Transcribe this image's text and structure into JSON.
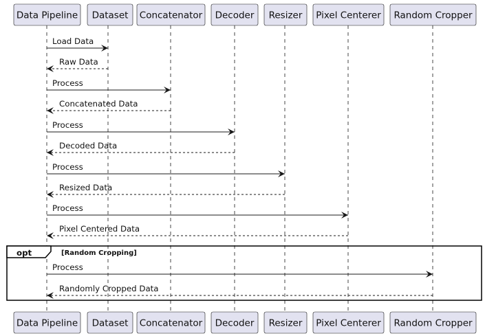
{
  "participants": [
    "Data Pipeline",
    "Dataset",
    "Concatenator",
    "Decoder",
    "Resizer",
    "Pixel Centerer",
    "Random Cropper"
  ],
  "messages": [
    {
      "from": 0,
      "to": 1,
      "label": "Load Data",
      "style": "solid"
    },
    {
      "from": 1,
      "to": 0,
      "label": "Raw Data",
      "style": "dashed"
    },
    {
      "from": 0,
      "to": 2,
      "label": "Process",
      "style": "solid"
    },
    {
      "from": 2,
      "to": 0,
      "label": "Concatenated Data",
      "style": "dashed"
    },
    {
      "from": 0,
      "to": 3,
      "label": "Process",
      "style": "solid"
    },
    {
      "from": 3,
      "to": 0,
      "label": "Decoded Data",
      "style": "dashed"
    },
    {
      "from": 0,
      "to": 4,
      "label": "Process",
      "style": "solid"
    },
    {
      "from": 4,
      "to": 0,
      "label": "Resized Data",
      "style": "dashed"
    },
    {
      "from": 0,
      "to": 5,
      "label": "Process",
      "style": "solid"
    },
    {
      "from": 5,
      "to": 0,
      "label": "Pixel Centered Data",
      "style": "dashed"
    },
    {
      "from": 0,
      "to": 6,
      "label": "Process",
      "style": "solid"
    },
    {
      "from": 6,
      "to": 0,
      "label": "Randomly Cropped Data",
      "style": "dashed"
    }
  ],
  "fragment": {
    "operator": "opt",
    "condition": "[Random Cropping]"
  },
  "colors": {
    "participant_fill": "#E2E2F0",
    "participant_border": "#181818",
    "lifeline": "#181818",
    "arrow": "#181818"
  }
}
